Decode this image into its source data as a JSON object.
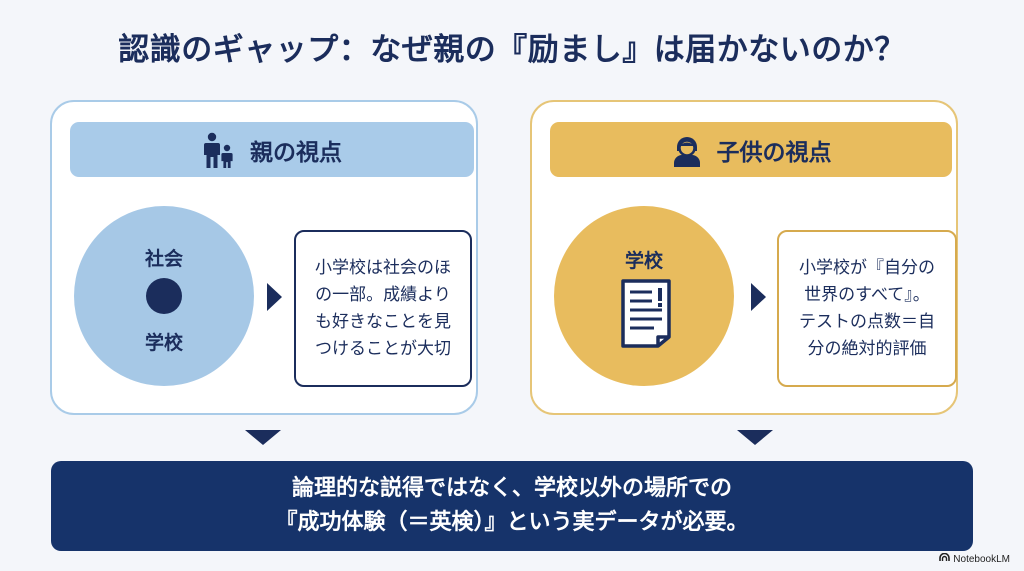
{
  "title": "認識のギャップ：なぜ親の『励まし』は届かないのか？",
  "parent_panel": {
    "header": "親の視点",
    "header_icon": "parent-with-child-icon",
    "circle_top": "社会",
    "circle_bottom": "学校",
    "note_lines": [
      "小学校は社会のほ",
      "の一部。成績より",
      "も好きなことを見",
      "つけることが大切"
    ]
  },
  "child_panel": {
    "header": "子供の視点",
    "header_icon": "child-person-icon",
    "circle_label": "学校",
    "circle_icon": "document-alert-icon",
    "note_lines": [
      "小学校が『自分の",
      "世界のすべて』。",
      "テストの点数＝自",
      "分の絶対的評価"
    ]
  },
  "conclusion": {
    "line1": "論理的な説得ではなく、学校以外の場所での",
    "line2": "『成功体験（＝英検）』という実データが必要。"
  },
  "watermark": "NotebookLM",
  "colors": {
    "navy": "#1b2d5c",
    "parent_blue": "#a9cbe9",
    "child_gold": "#e8bc5e",
    "conclusion_bg": "#16336a"
  }
}
